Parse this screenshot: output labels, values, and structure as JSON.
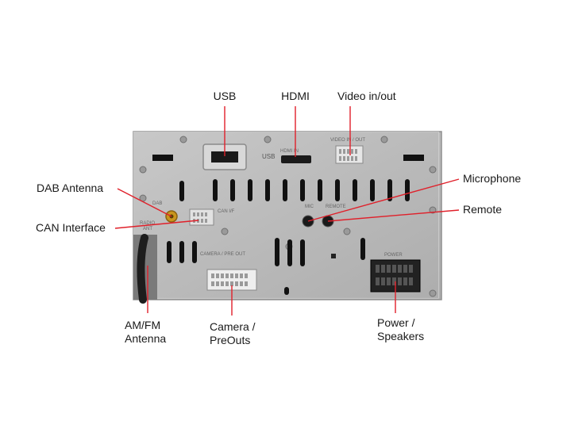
{
  "labels": {
    "usb": "USB",
    "hdmi": "HDMI",
    "video": "Video in/out",
    "dab": "DAB Antenna",
    "can": "CAN Interface",
    "microphone": "Microphone",
    "remote": "Remote",
    "amfm_1": "AM/FM",
    "amfm_2": "Antenna",
    "camera_1": "Camera /",
    "camera_2": "PreOuts",
    "power_1": "Power /",
    "power_2": "Speakers"
  },
  "panel_print": {
    "usb": "USB",
    "hdmi": "HDMI IN",
    "video": "VIDEO IN / OUT",
    "dab": "DAB",
    "radio_1": "RADIO",
    "radio_2": "ANT",
    "can": "CAN I/F",
    "mic": "MIC",
    "remote": "REMOTE",
    "camera": "CAMERA / PRE OUT",
    "power": "POWER"
  },
  "colors": {
    "leader": "#e0202a",
    "panel": "#bcbcbc",
    "panel_edge": "#8f8f8f",
    "slot": "#111111",
    "dab_connector": "#c9951c"
  }
}
